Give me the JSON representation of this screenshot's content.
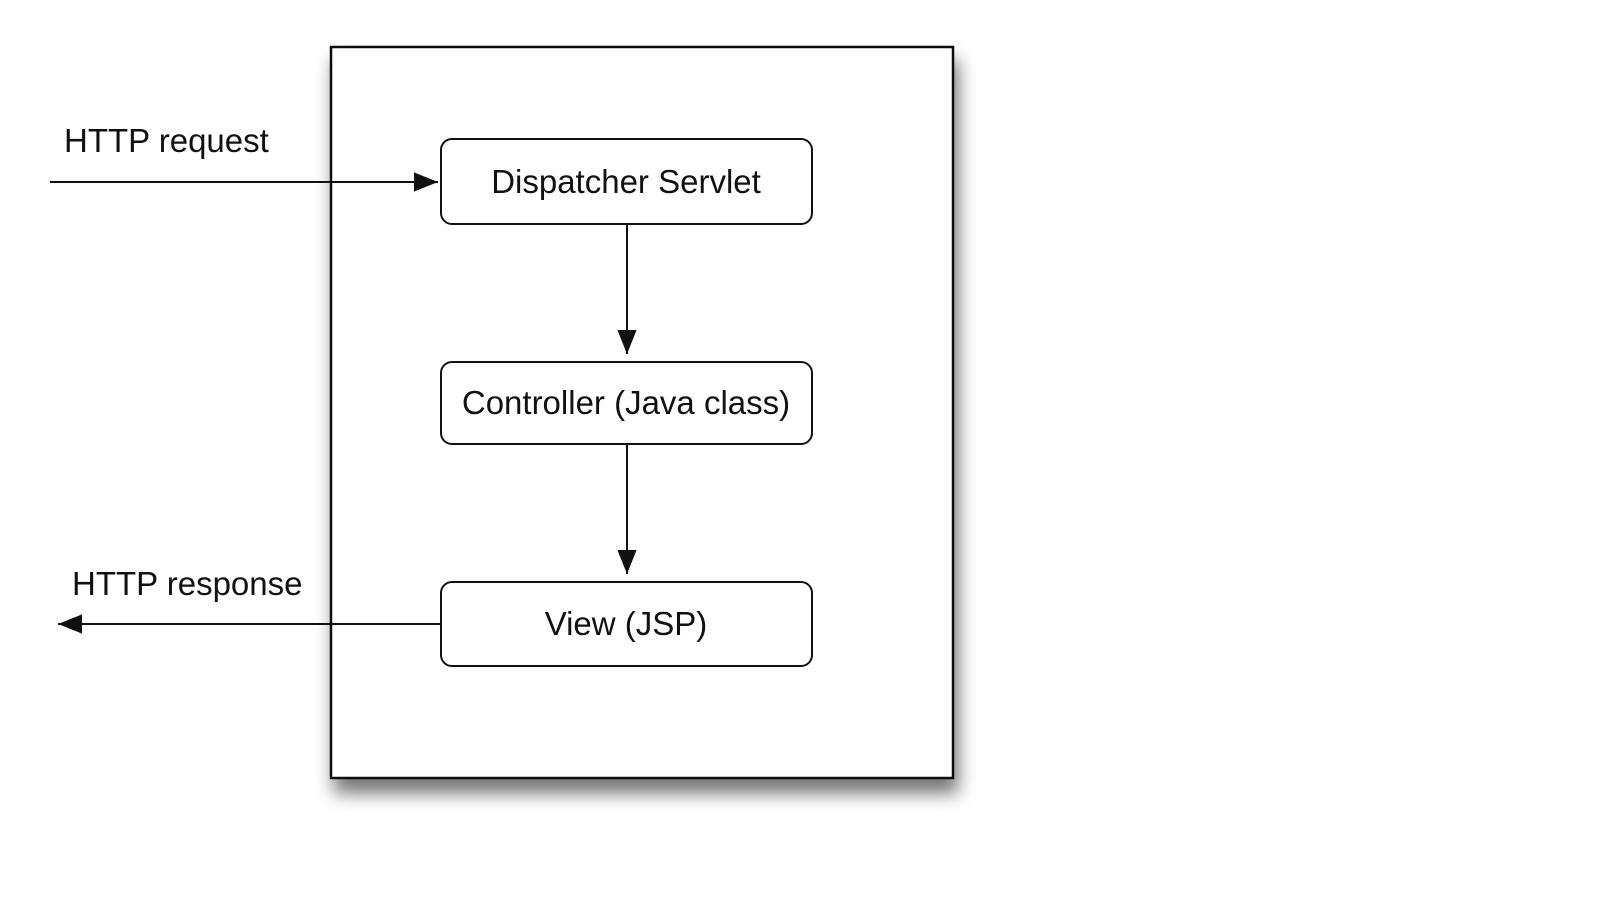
{
  "diagram": {
    "nodes": {
      "dispatcher": {
        "label": "Dispatcher Servlet"
      },
      "controller": {
        "label": "Controller (Java class)"
      },
      "view": {
        "label": "View (JSP)"
      }
    },
    "edges": {
      "request": {
        "label": "HTTP request"
      },
      "response": {
        "label": "HTTP response"
      }
    }
  }
}
